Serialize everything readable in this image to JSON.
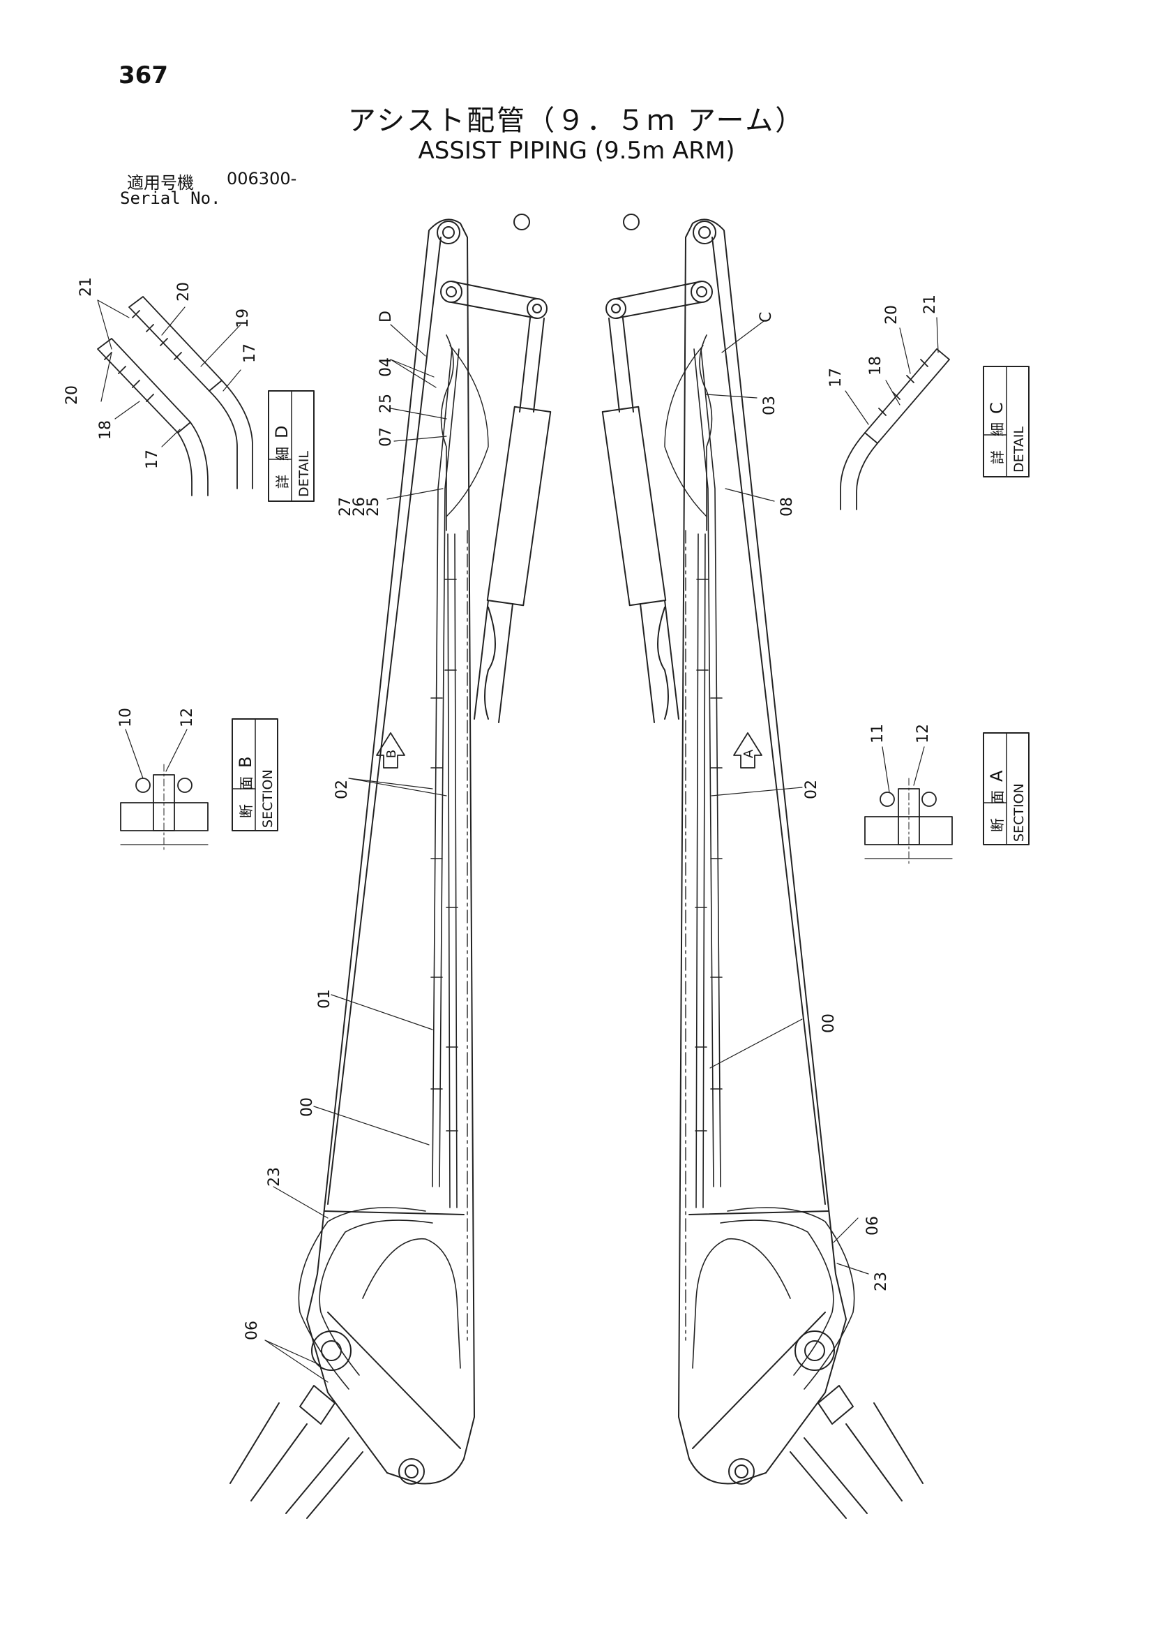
{
  "page_number": "367",
  "title_jp": "アシスト配管（９．５ｍ アーム）",
  "title_en": "ASSIST PIPING (9.5m ARM)",
  "serial": {
    "label_jp": "適用号機",
    "label_en": "Serial No.",
    "value": "006300-"
  },
  "detail_boxes": {
    "d": {
      "jp": "詳　細",
      "en": "DETAIL",
      "letter": "D"
    },
    "c": {
      "jp": "詳　細",
      "en": "DETAIL",
      "letter": "C"
    }
  },
  "section_boxes": {
    "b": {
      "jp": "断　面",
      "en": "SECTION",
      "letter": "B"
    },
    "a": {
      "jp": "断　面",
      "en": "SECTION",
      "letter": "A"
    }
  },
  "view_arrows": {
    "left": "B",
    "right": "A"
  },
  "callouts": {
    "det_d_21": "21",
    "det_d_20a": "20",
    "det_d_19": "19",
    "det_d_17a": "17",
    "det_d_20b": "20",
    "det_d_18": "18",
    "det_d_17b": "17",
    "det_c_17": "17",
    "det_c_18": "18",
    "det_c_20": "20",
    "det_c_21": "21",
    "sec_b_10": "10",
    "sec_b_12": "12",
    "sec_a_11": "11",
    "sec_a_12": "12",
    "l_D": "D",
    "l_04": "04",
    "l_25a": "25",
    "l_07": "07",
    "l_27": "27",
    "l_26": "26",
    "l_25b": "25",
    "l_02": "02",
    "l_01": "01",
    "l_00": "00",
    "l_23": "23",
    "l_06": "06",
    "r_C": "C",
    "r_03": "03",
    "r_08": "08",
    "r_02": "02",
    "r_00": "00",
    "r_06": "06",
    "r_23": "23"
  }
}
